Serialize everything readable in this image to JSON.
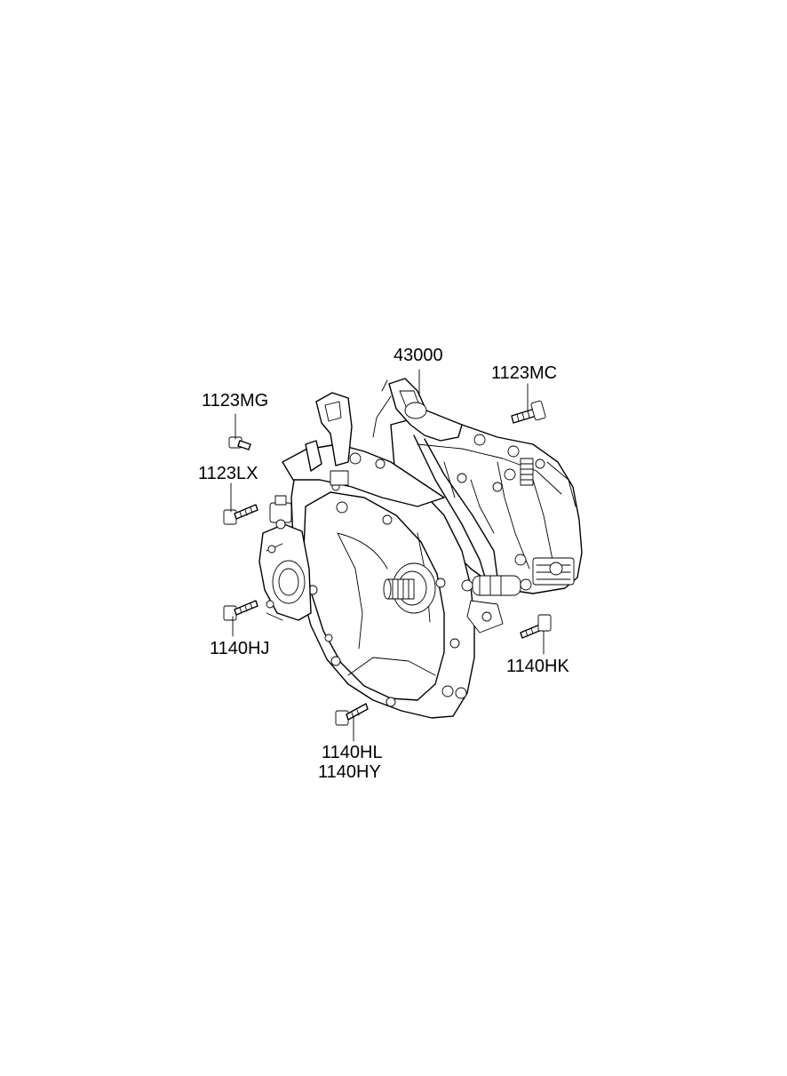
{
  "diagram": {
    "part_labels": {
      "transaxle": "43000",
      "bolt_top_right": "1123MC",
      "bolt_top_left": "1123MG",
      "bolt_mid_left": "1123LX",
      "bolt_lower_left": "1140HJ",
      "bolt_lower_right": "1140HK",
      "bolt_bottom_a": "1140HL",
      "bolt_bottom_b": "1140HY"
    }
  }
}
